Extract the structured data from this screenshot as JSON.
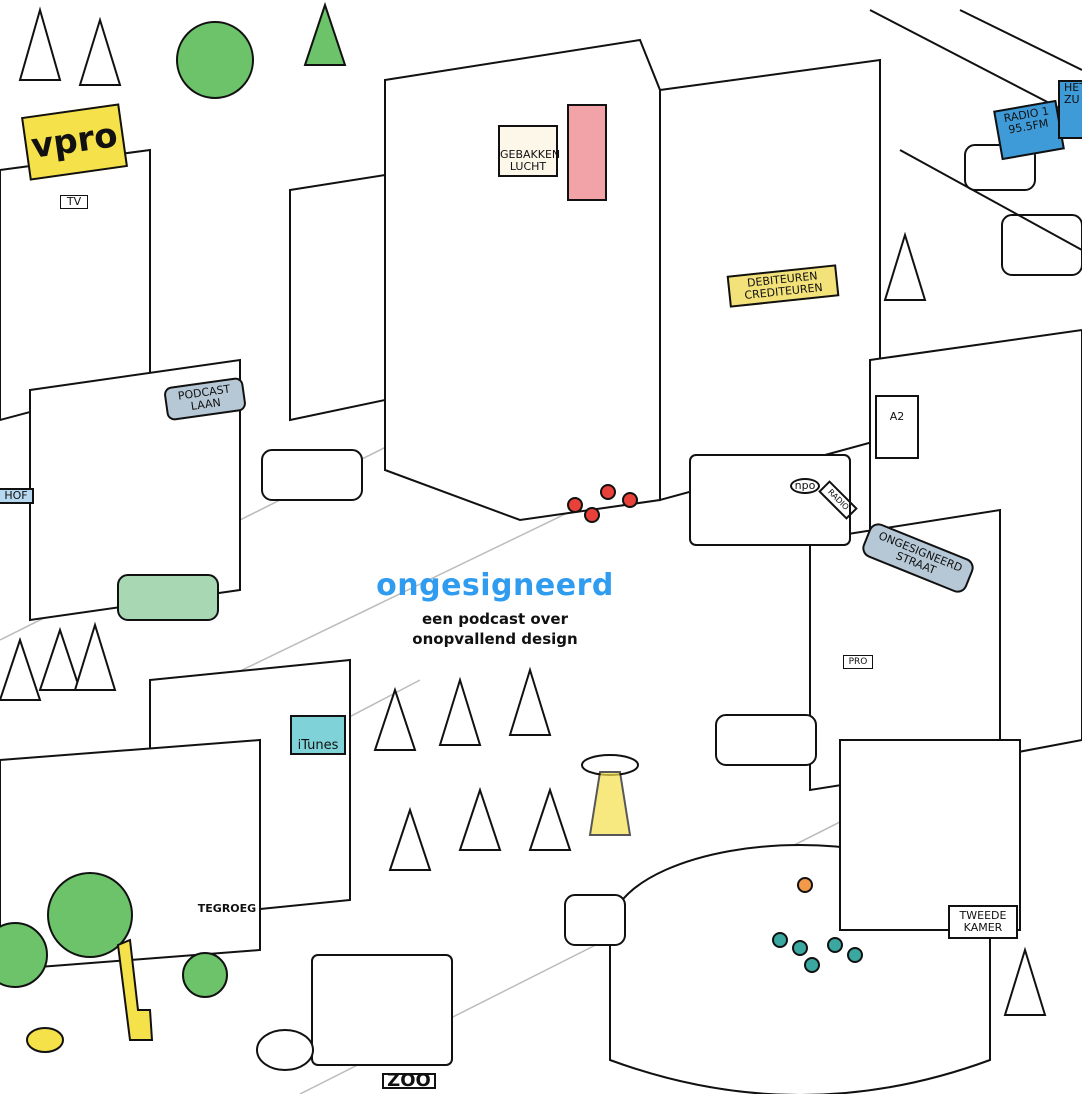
{
  "cover": {
    "title": "ongesigneerd",
    "subtitle_line1": "een podcast over",
    "subtitle_line2": "onopvallend design"
  },
  "signs": {
    "vpro": "vpro",
    "tv": "TV",
    "gebakken_lucht": "GEBAKKEN LUCHT",
    "debiteuren": "DEBITEUREN CREDITEUREN",
    "podcast_laan": "PODCAST LAAN",
    "hof": "HOF",
    "radio": "RADIO 1 95.5FM",
    "highway_sign": "HET ZU",
    "a2": "A2",
    "npo": "npo",
    "radio_badge": "RADIO",
    "ongesigneerd_straat": "ONGESIGNEERD STRAAT",
    "itunes": "iTunes",
    "tegroeg": "TEGROEG",
    "tweede_kamer": "TWEEDE KAMER",
    "zoo": "ZOO",
    "pro": "PRO"
  },
  "colors": {
    "title": "#2f9cf0",
    "vpro_yellow": "#f5e14a",
    "vpro_blue": "#2f9cf0",
    "sign_blue": "#3f9ad8",
    "sign_yellow": "#f3e27a",
    "sign_grey": "#b6c8d6",
    "tree_green": "#6cc36a",
    "pink": "#f2a3a8"
  }
}
